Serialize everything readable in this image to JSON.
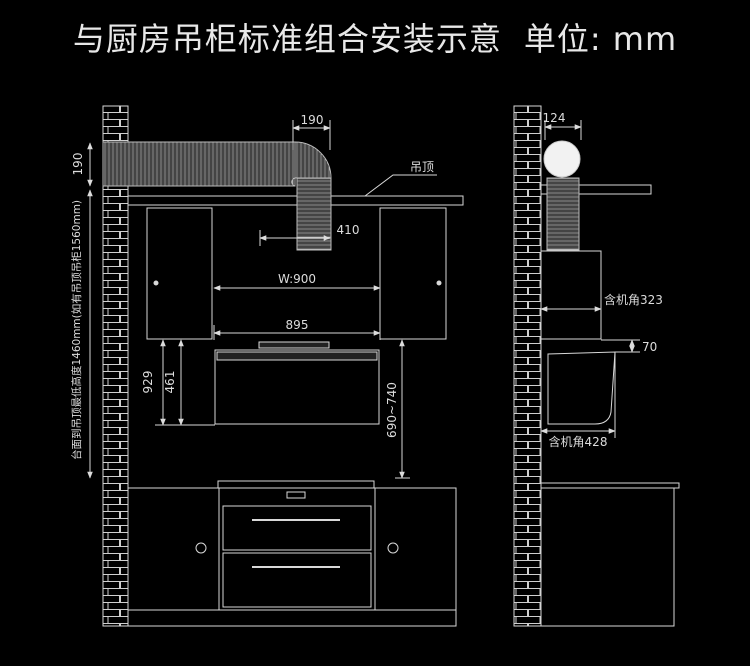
{
  "title": "与厨房吊柜标准组合安装示意",
  "unit": "单位: mm",
  "labels": {
    "ceiling": "吊顶",
    "dim_190_top": "190",
    "dim_190_left": "190",
    "dim_410": "410",
    "dim_w900": "W:900",
    "dim_895": "895",
    "dim_929": "929",
    "dim_461": "461",
    "dim_690_740": "690~740",
    "vertical_note": "台面到吊顶最低高度1460mm(如有吊顶吊柜1560mm)",
    "dim_124": "124",
    "angle_323": "含机角323",
    "dim_70": "70",
    "angle_428": "含机角428"
  },
  "colors": {
    "background": "#000000",
    "line": "#d8d8d8",
    "text": "#e8e8e8"
  }
}
